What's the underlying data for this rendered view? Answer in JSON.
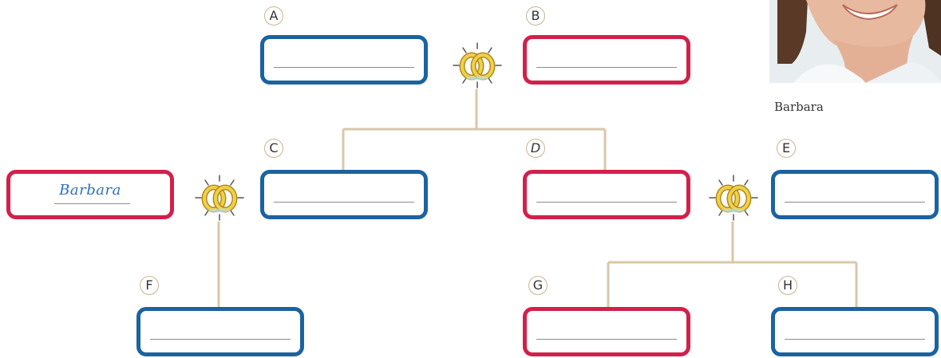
{
  "labels": {
    "a": "A",
    "b": "B",
    "c": "C",
    "d": "D",
    "e": "E",
    "f": "F",
    "g": "G",
    "h": "H"
  },
  "filled_answer": "Barbara",
  "photo": {
    "caption": "Barbara",
    "icon": "woman-smiling-photo"
  },
  "colors": {
    "male_box": "#1b63a0",
    "female_box": "#d3204a",
    "connector": "#d8c8a8",
    "rings": "#e8c23a",
    "handwriting": "#2a6fbf"
  }
}
